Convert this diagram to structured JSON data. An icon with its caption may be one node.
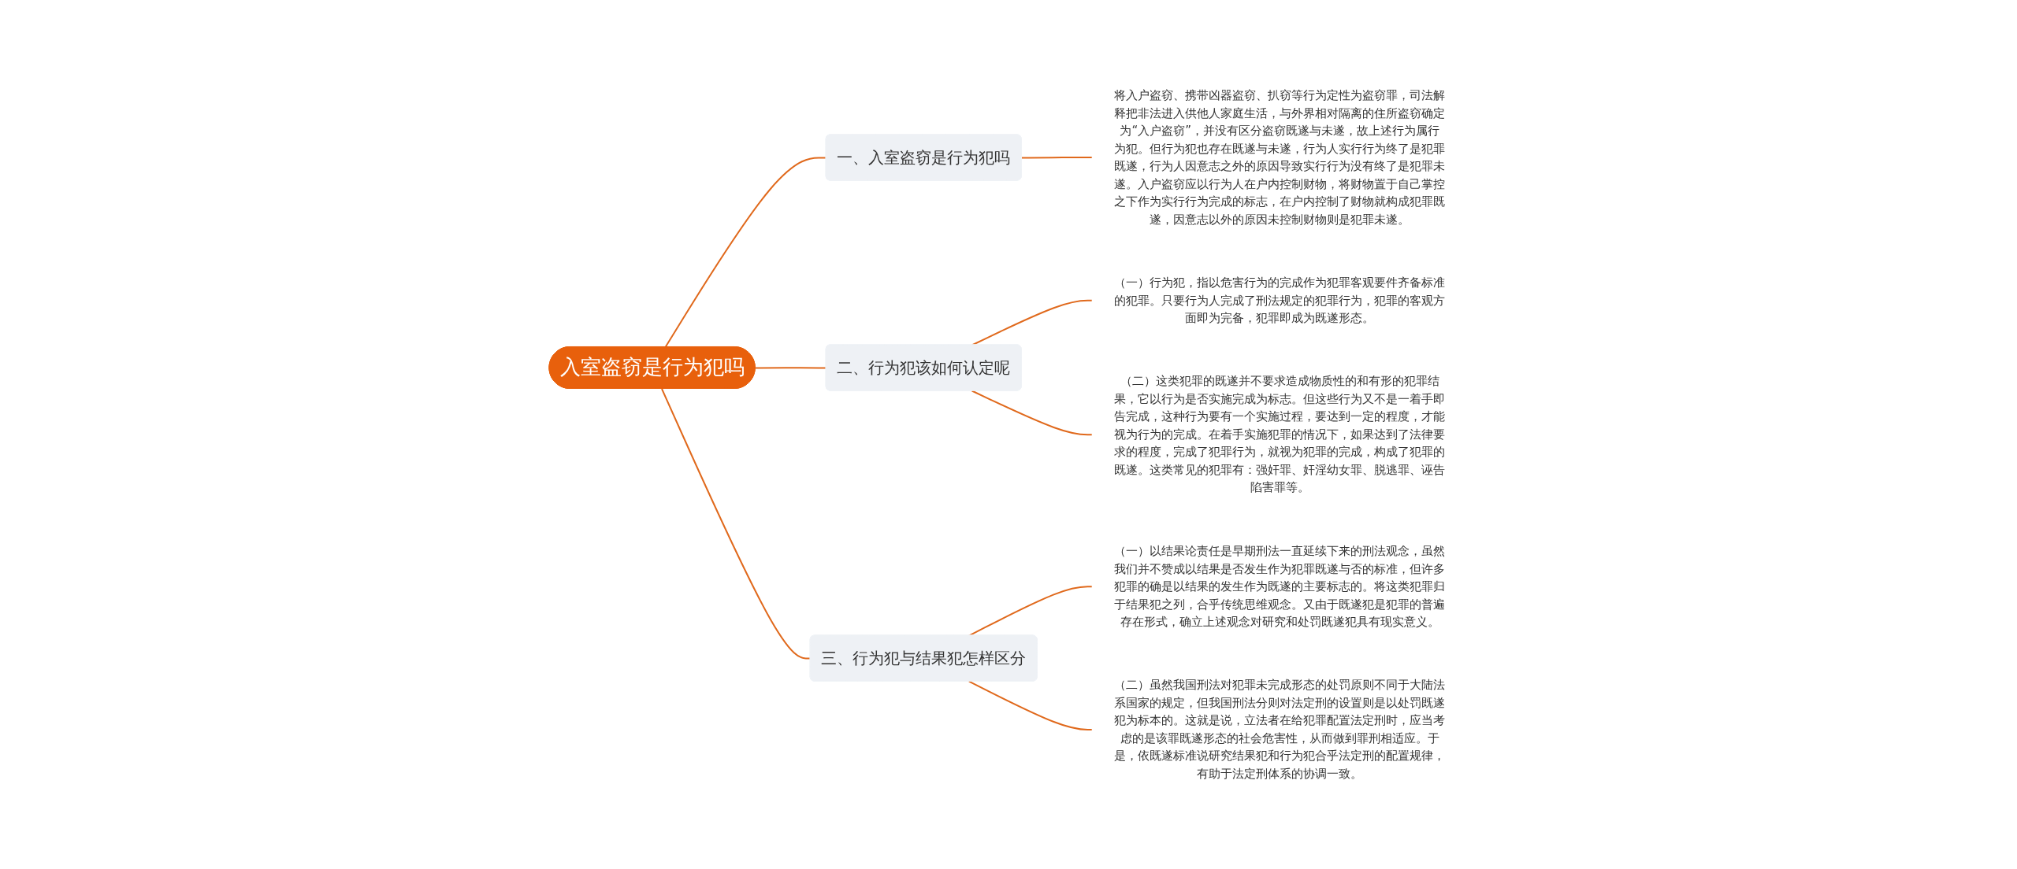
{
  "diagram": {
    "nodes": [
      {
        "text": [
          "入室盗窃是行为犯吗"
        ]
      },
      {
        "text": [
          "一、入室盗窃是行为犯吗"
        ]
      },
      {
        "text": [
          "将入户盗窃、携带凶器盗窃、扒窃等行为定性为盗窃罪，司法解释把非法进入供他人家庭生活，与外界相对隔离的住所盗窃确定为“入户盗窃”，并没有区分盗窃既遂与未遂，故上述行为属行为犯。但行为犯也存在既遂与未遂，行为人实行行为终了是犯罪既遂，行为人因意志之外的原因导致实行行为没有终了是犯罪未遂。入户盗窃应以行为人在户内控制财物，将财物置于自己掌控之下作为实行行为完成的标志，在户内控制了财物就构成犯罪既遂，因意志以外的原因未控制财物则是犯罪未遂。"
        ]
      },
      {
        "text": [
          "二、行为犯该如何认定呢"
        ]
      },
      {
        "text": [
          "（一）行为犯，指以危害行为的完成作为犯罪客观要件齐备标准的犯罪。只要行为人完成了刑法规定的犯罪行为，犯罪的客观方面即为完备，犯罪即成为既遂形态。"
        ]
      },
      {
        "text": [
          "（二）这类犯罪的既遂并不要求造成物质性的和有形的犯罪结果，它以行为是否实施完成为标志。但这些行为又不是一着手即告完成，这种行为要有一个实施过程，要达到一定的程度，才能视为行为的完成。在着手实施犯罪的情况下，如果达到了法律要求的程度，完成了犯罪行为，就视为犯罪的完成，构成了犯罪的既遂。这类常见的犯罪有：强奸罪、奸淫幼女罪、脱逃罪、诬告陷害罪等。"
        ]
      },
      {
        "text": [
          "三、行为犯与结果犯怎样区分"
        ]
      },
      {
        "text": [
          "（一）以结果论责任是早期刑法一直延续下来的刑法观念，虽然我们并不赞成以结果是否发生作为犯罪既遂与否的标准，但许多犯罪的确是以结果的发生作为既遂的主要标志的。将这类犯罪归于结果犯之列，合乎传统思维观念。又由于既遂犯是犯罪的普遍存在形式，确立上述观念对研究和处罚既遂犯具有现实意义。"
        ]
      },
      {
        "text": [
          "（二）虽然我国刑法对犯罪未完成形态的处罚原则不同于大陆法系国家的规定，但我国刑法分则对法定刑的设置则是以处罚既遂犯为标本的。这就是说，立法者在给犯罪配置法定刑时，应当考虑的是该罪既遂形态的社会危害性，从而做到罪刑相适应。于是，依既遂标准说研究结果犯和行为犯合乎法定刑的配置规律，有助于法定刑体系的协调一致。"
        ]
      }
    ],
    "edges": [
      {
        "from": 0,
        "to": 1,
        "arrow": "none"
      },
      {
        "from": 1,
        "to": 2,
        "arrow": "none"
      },
      {
        "from": 0,
        "to": 3,
        "arrow": "none"
      },
      {
        "from": 3,
        "to": 4,
        "arrow": "none"
      },
      {
        "from": 3,
        "to": 5,
        "arrow": "none"
      },
      {
        "from": 0,
        "to": 6,
        "arrow": "none"
      },
      {
        "from": 6,
        "to": 7,
        "arrow": "none"
      },
      {
        "from": 6,
        "to": 8,
        "arrow": "none"
      }
    ]
  }
}
